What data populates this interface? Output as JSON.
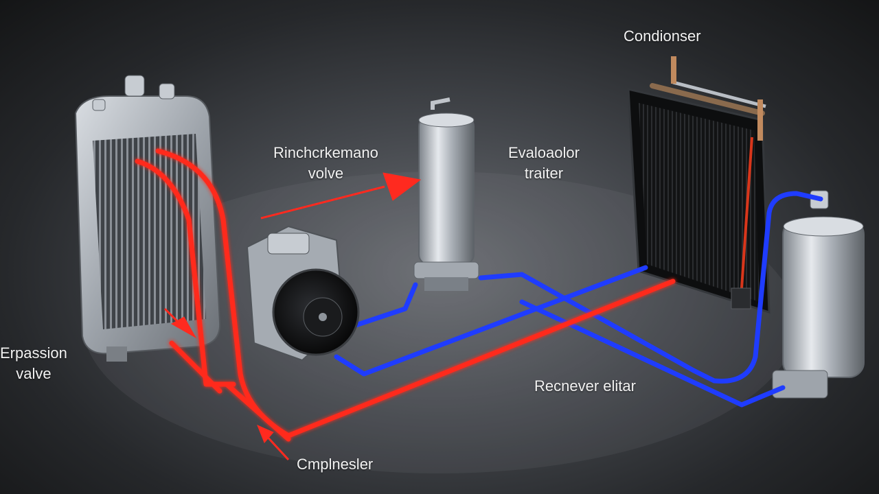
{
  "labels": {
    "condenser": "Condionser",
    "top_valve_line1": "Rinchcrkemano",
    "top_valve_line2": "volve",
    "evaluator_line1": "Evaloaolor",
    "evaluator_line2": "traiter",
    "expansion_line1": "Erpassion",
    "expansion_line2": "valve",
    "receiver": "Recnever elitar",
    "compressor": "Cmplnesler"
  },
  "colors": {
    "hot_line": "#ff2a1f",
    "cold_line": "#1f3cff",
    "metal": "#b9bec5",
    "dark_metal": "#1b1c1e"
  }
}
